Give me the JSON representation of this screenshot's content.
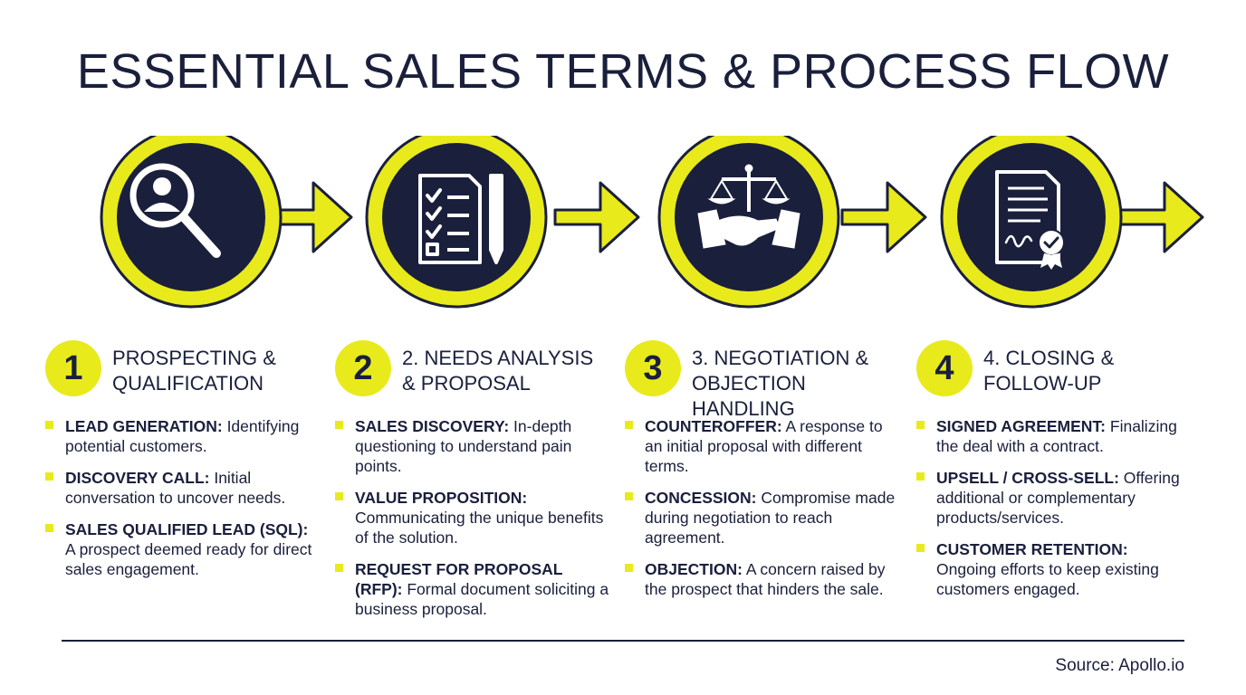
{
  "title": "ESSENTIAL SALES TERMS & PROCESS FLOW",
  "colors": {
    "navy": "#1a1f3c",
    "yellow": "#e8ea1c",
    "background": "#ffffff"
  },
  "steps": [
    {
      "number": "1",
      "title": "PROSPECTING &\nQUALIFICATION",
      "icon": "magnifier-user-icon",
      "terms": [
        {
          "name": "LEAD GENERATION:",
          "desc": " Identifying potential customers."
        },
        {
          "name": "DISCOVERY CALL:",
          "desc": " Initial conversation to uncover needs."
        },
        {
          "name": "SALES QUALIFIED LEAD (SQL):",
          "desc": " A prospect deemed ready for direct sales engagement."
        }
      ]
    },
    {
      "number": "2",
      "title": "2. NEEDS ANALYSIS\n& PROPOSAL",
      "icon": "checklist-pen-icon",
      "terms": [
        {
          "name": "SALES DISCOVERY:",
          "desc": " In-depth questioning to understand pain points."
        },
        {
          "name": "VALUE PROPOSITION:",
          "desc": " Communicating the unique benefits of the solution."
        },
        {
          "name": "REQUEST FOR PROPOSAL (RFP):",
          "desc": " Formal document soliciting a business proposal."
        }
      ]
    },
    {
      "number": "3",
      "title": "3. NEGOTIATION &\nOBJECTION HANDLING",
      "icon": "scales-handshake-icon",
      "terms": [
        {
          "name": "COUNTEROFFER:",
          "desc": " A response to an initial proposal with different terms."
        },
        {
          "name": "CONCESSION:",
          "desc": " Compromise made during negotiation to reach agreement."
        },
        {
          "name": "OBJECTION:",
          "desc": " A concern raised by the prospect that hinders the sale."
        }
      ]
    },
    {
      "number": "4",
      "title": "4. CLOSING &\nFOLLOW-UP",
      "icon": "signed-contract-icon",
      "terms": [
        {
          "name": "SIGNED AGREEMENT:",
          "desc": " Finalizing the deal with a contract."
        },
        {
          "name": "UPSELL / CROSS-SELL:",
          "desc": " Offering additional or complementary products/services."
        },
        {
          "name": "CUSTOMER RETENTION:",
          "desc": " Ongoing efforts to keep existing customers engaged."
        }
      ]
    }
  ],
  "source": "Source: Apollo.io"
}
